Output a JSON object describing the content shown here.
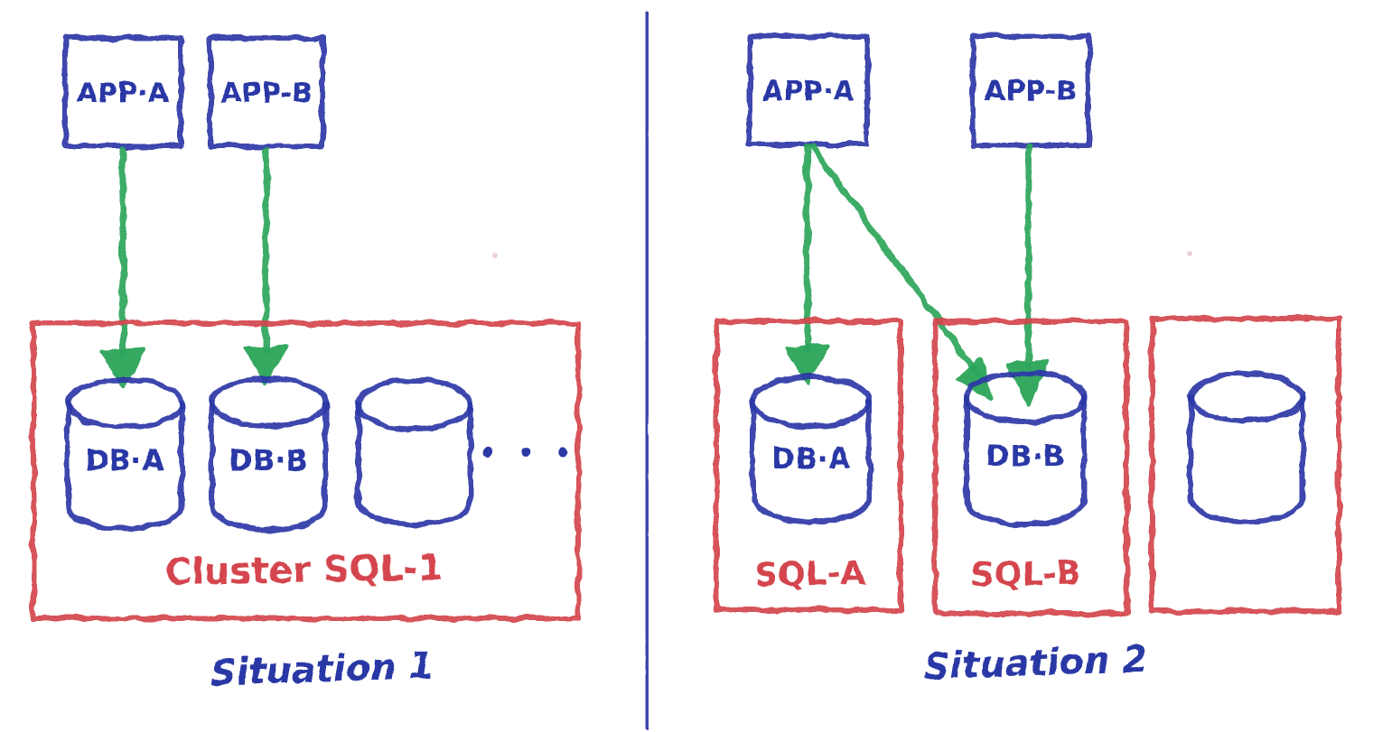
{
  "colors": {
    "blue": "#2b38a6",
    "green": "#2ca55a",
    "red": "#d4454d",
    "pink_speck": "#e2a9b6",
    "background": "#ffffff"
  },
  "situation1": {
    "caption": "Situation 1",
    "app_boxes": [
      {
        "label": "APP·A"
      },
      {
        "label": "APP-B"
      }
    ],
    "cluster": {
      "label": "Cluster SQL-1",
      "databases": [
        {
          "label": "DB·A"
        },
        {
          "label": "DB·B"
        },
        {
          "label": ""
        }
      ],
      "ellipsis": "• • •"
    },
    "connections": [
      {
        "from": "APP-A",
        "to": "DB-A"
      },
      {
        "from": "APP-B",
        "to": "DB-B"
      }
    ]
  },
  "situation2": {
    "caption": "Situation 2",
    "app_boxes": [
      {
        "label": "APP·A"
      },
      {
        "label": "APP-B"
      }
    ],
    "servers": [
      {
        "label": "SQL-A",
        "database": "DB·A"
      },
      {
        "label": "SQL-B",
        "database": "DB·B"
      },
      {
        "label": "",
        "database": ""
      }
    ],
    "connections": [
      {
        "from": "APP-A",
        "to": "DB-A"
      },
      {
        "from": "APP-A",
        "to": "DB-B"
      },
      {
        "from": "APP-B",
        "to": "DB-B"
      }
    ]
  }
}
